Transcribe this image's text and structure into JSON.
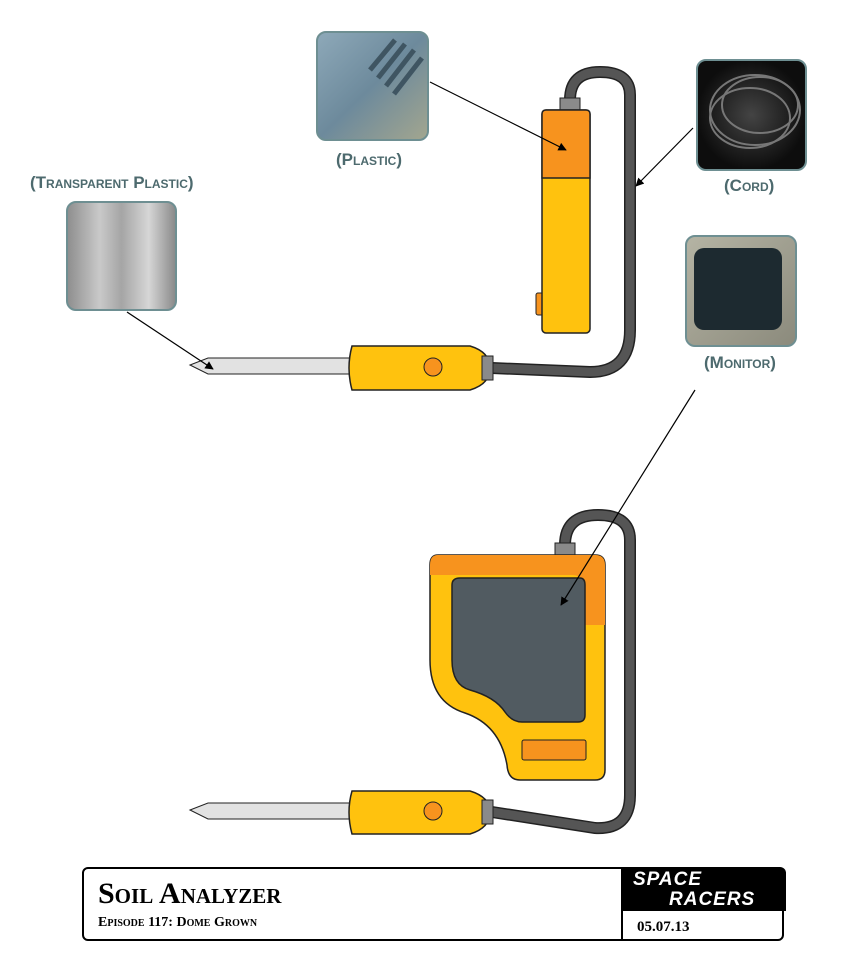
{
  "labels": {
    "transparent_plastic": "(Transparent Plastic)",
    "plastic": "(Plastic)",
    "cord": "(Cord)",
    "monitor": "(Monitor)"
  },
  "title_block": {
    "title": "Soil Analyzer",
    "subtitle": "Episode 117: Dome Grown",
    "logo_line1": "SPACE",
    "logo_line2": "RACERS",
    "date": "05.07.13"
  },
  "colors": {
    "yellow": "#FFC20E",
    "orange": "#F7931E",
    "cord": "#555555",
    "screen": "#515B61",
    "label": "#4D6A6E"
  }
}
